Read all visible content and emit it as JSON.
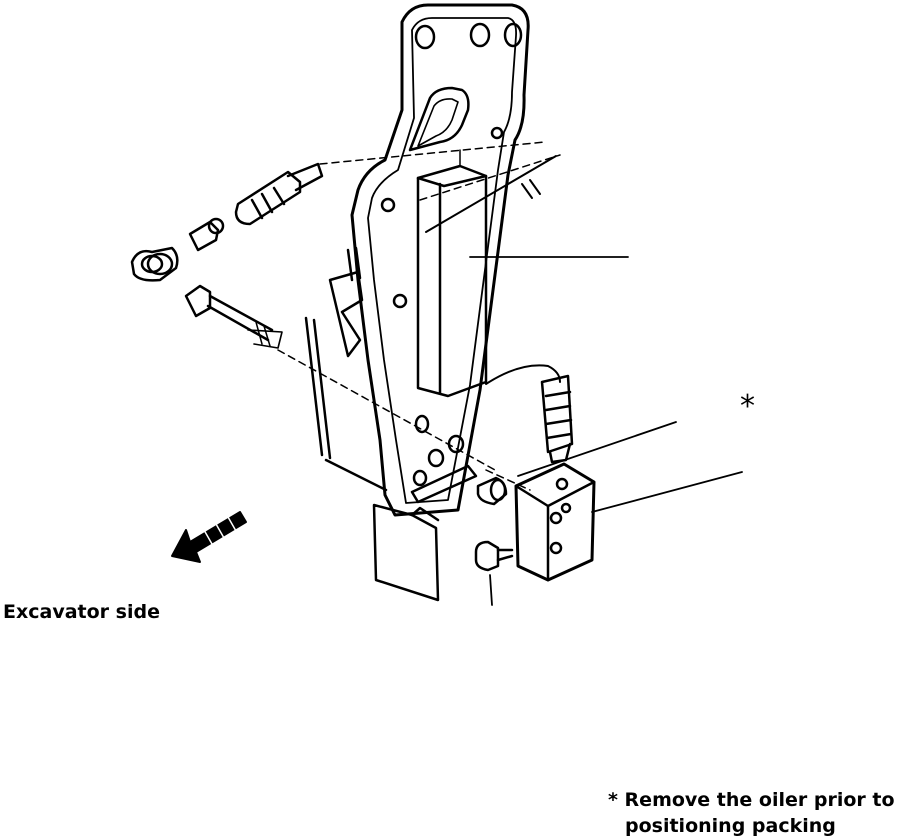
{
  "labels": {
    "side": "Excavator side",
    "star": "*"
  },
  "note": {
    "line1": "* Remove the oiler prior to",
    "line2": "positioning packing"
  },
  "colors": {
    "ink": "#000000",
    "paper": "#ffffff"
  },
  "icons": {
    "direction": "direction-arrow-icon"
  }
}
